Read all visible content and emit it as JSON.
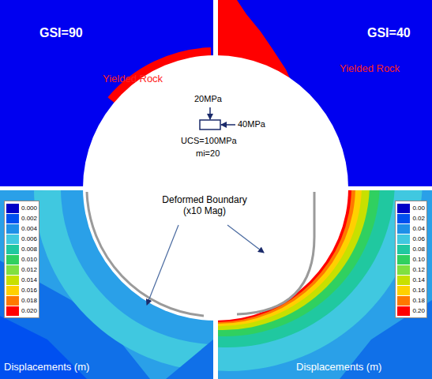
{
  "diagram": {
    "labels": [
      "GSI=90",
      "GSI=40",
      "Yielded Rock",
      "Yielded Rock",
      "20MPa",
      "40MPa",
      "UCS=100MPa",
      "mi=20",
      "Deformed Boundary (x10 Mag)",
      "Displacements (m)",
      "Displacements (m)"
    ],
    "legend": [
      {
        "text": "0.000",
        "color": "#0000c8"
      },
      {
        "text": "0.002",
        "color": "#0050f0"
      },
      {
        "text": "0.004",
        "color": "#1e90e8"
      },
      {
        "text": "0.006",
        "color": "#40c8e0"
      },
      {
        "text": "0.008",
        "color": "#20c8a0"
      },
      {
        "text": "0.010",
        "color": "#30d060"
      },
      {
        "text": "0.012",
        "color": "#80e040"
      },
      {
        "text": "0.014",
        "color": "#c8e000"
      },
      {
        "text": "0.016",
        "color": "#ffd000"
      },
      {
        "text": "0.018",
        "color": "#ff7800"
      },
      {
        "text": "0.020",
        "color": "#ff0000"
      },
      {
        "text": "0.00",
        "color": "#0000c8"
      },
      {
        "text": "0.02",
        "color": "#0050f0"
      },
      {
        "text": "0.04",
        "color": "#1e90e8"
      },
      {
        "text": "0.06",
        "color": "#40c8e0"
      },
      {
        "text": "0.08",
        "color": "#20c8a0"
      },
      {
        "text": "0.10",
        "color": "#30d060"
      },
      {
        "text": "0.12",
        "color": "#80e040"
      },
      {
        "text": "0.14",
        "color": "#c8e000"
      },
      {
        "text": "0.16",
        "color": "#ffd000"
      },
      {
        "text": "0.18",
        "color": "#ff7800"
      },
      {
        "text": "0.20",
        "color": "#ff0000"
      }
    ]
  }
}
